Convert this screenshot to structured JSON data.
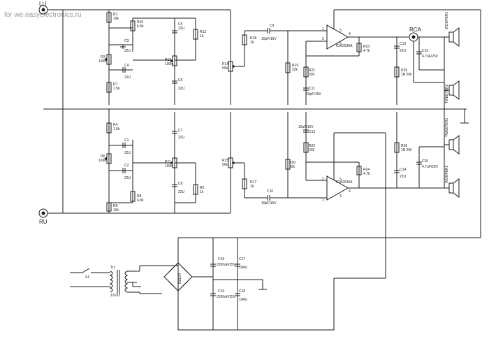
{
  "watermark": "for we.easyelectronics.ru",
  "inputs": {
    "top": "LU",
    "bottom": "RU"
  },
  "rca_label": "RCA",
  "chips": {
    "top": "TDA2030A",
    "bottom": "TDA2030A"
  },
  "pins": {
    "p1": "1",
    "p2": "2",
    "p3": "3",
    "p4": "4",
    "p5": "5"
  },
  "speakers": {
    "woofer1": "WOOFER1",
    "tweeter2": "TWEETER2",
    "tweeter1": "TWEETER1",
    "woofer2": "WOOFER2"
  },
  "transformer": {
    "switch": "S1",
    "name": "Tr1",
    "rating": "12Vx2"
  },
  "bridge": "KBL04",
  "left_channel": {
    "R1": [
      "R1",
      "10k"
    ],
    "R16": [
      "R16",
      "6.8k"
    ],
    "C5": [
      "C5",
      "22U"
    ],
    "R12": [
      "R12",
      "1k"
    ],
    "C3": [
      "C3",
      "22U"
    ],
    "R3": [
      "R3",
      "100k"
    ],
    "C4": [
      "C4",
      "22U"
    ],
    "R13": [
      "R13",
      "100k"
    ],
    "R7": [
      "R7",
      "1.5k"
    ],
    "C6": [
      "C6",
      "22U"
    ],
    "R14": [
      "R14",
      "50k"
    ],
    "R18": [
      "R18",
      "1k"
    ],
    "C9": [
      "C9",
      "10pF/16V"
    ]
  },
  "right_channel": {
    "R4": [
      "R4",
      "1.5k"
    ],
    "C7": [
      "C7",
      "22U"
    ],
    "C1": [
      "C1",
      "22U"
    ],
    "R6": [
      "R6",
      "100k"
    ],
    "C2": [
      "C2",
      "22U"
    ],
    "R11": [
      "R11",
      "100k"
    ],
    "R8": [
      "R8",
      "6.8k"
    ],
    "C8": [
      "C8",
      "22U"
    ],
    "R2": [
      "R2",
      "1k"
    ],
    "R5": [
      "R5",
      "10k"
    ],
    "R15": [
      "R15",
      "50k"
    ],
    "R17": [
      "R17",
      "1k"
    ],
    "C10": [
      "C10",
      "10pF/16V"
    ]
  },
  "amp_top": {
    "R19": [
      "R19",
      "22k"
    ],
    "R21": [
      "R21",
      "330"
    ],
    "C11": [
      "C11",
      "10pF/16V"
    ],
    "R23": [
      "R23",
      "4.7k"
    ],
    "C13": [
      "C13",
      "22U"
    ],
    "R25": [
      "R25",
      "1R 5W"
    ],
    "C15": [
      "C15",
      "4.7uF/25V"
    ]
  },
  "amp_bottom": {
    "C12": [
      "C12",
      "10pF/16V"
    ],
    "R22": [
      "R22",
      "330"
    ],
    "R20": [
      "R20",
      "22k"
    ],
    "R24": [
      "R24",
      "4.7k"
    ],
    "R26": [
      "R26",
      "1R 5W"
    ],
    "C14": [
      "C14",
      "22U"
    ],
    "C20": [
      "C20",
      "4.7uF/25V"
    ]
  },
  "psu": {
    "C15": [
      "C15",
      "2200uF/25V"
    ],
    "C17": [
      "C17",
      "104U"
    ],
    "C16": [
      "C16",
      "2200uF/25V"
    ],
    "C18": [
      "C18",
      "104U"
    ]
  }
}
